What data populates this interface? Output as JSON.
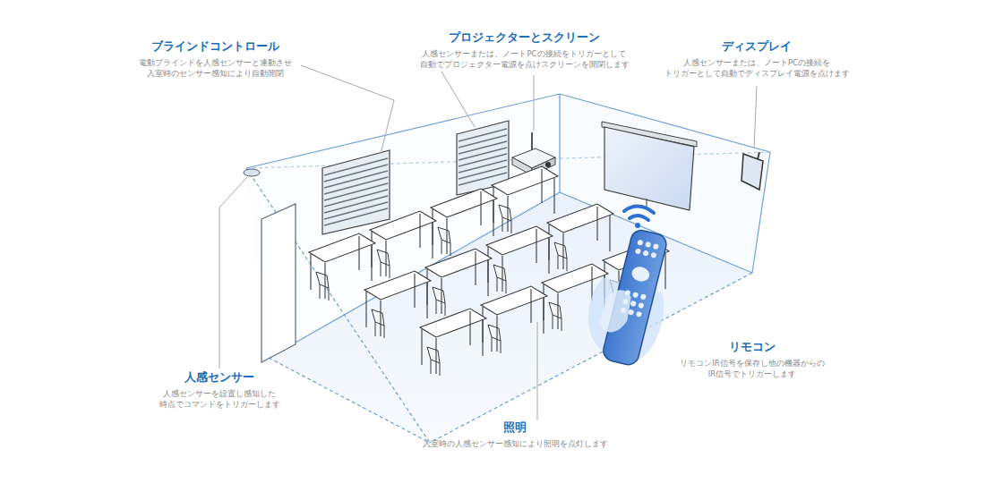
{
  "diagram": {
    "labels": [
      "ブラインドコントロール",
      "電動ブラインドを人感センサーと連動させ 入室時のセンサー感知により自動開閉",
      "プロジェクターとスクリーン",
      "人感センサーまたは、ノートPCの接続をトリガーとして 自動でプロジェクター電源を点けスクリーンを開閉します",
      "ディスプレイ",
      "人感センサーまたは、ノートPCの接続を トリガーとして自動でディスプレイ電源を点けます",
      "人感センサー",
      "人感センサーを設置し感知した 時点でコマンドをトリガーします",
      "照明",
      "入室時の人感センサー感知により照明を点灯します",
      "リモコン",
      "リモコンIR信号を保存し他の機器からの IR信号でトリガーします"
    ]
  }
}
